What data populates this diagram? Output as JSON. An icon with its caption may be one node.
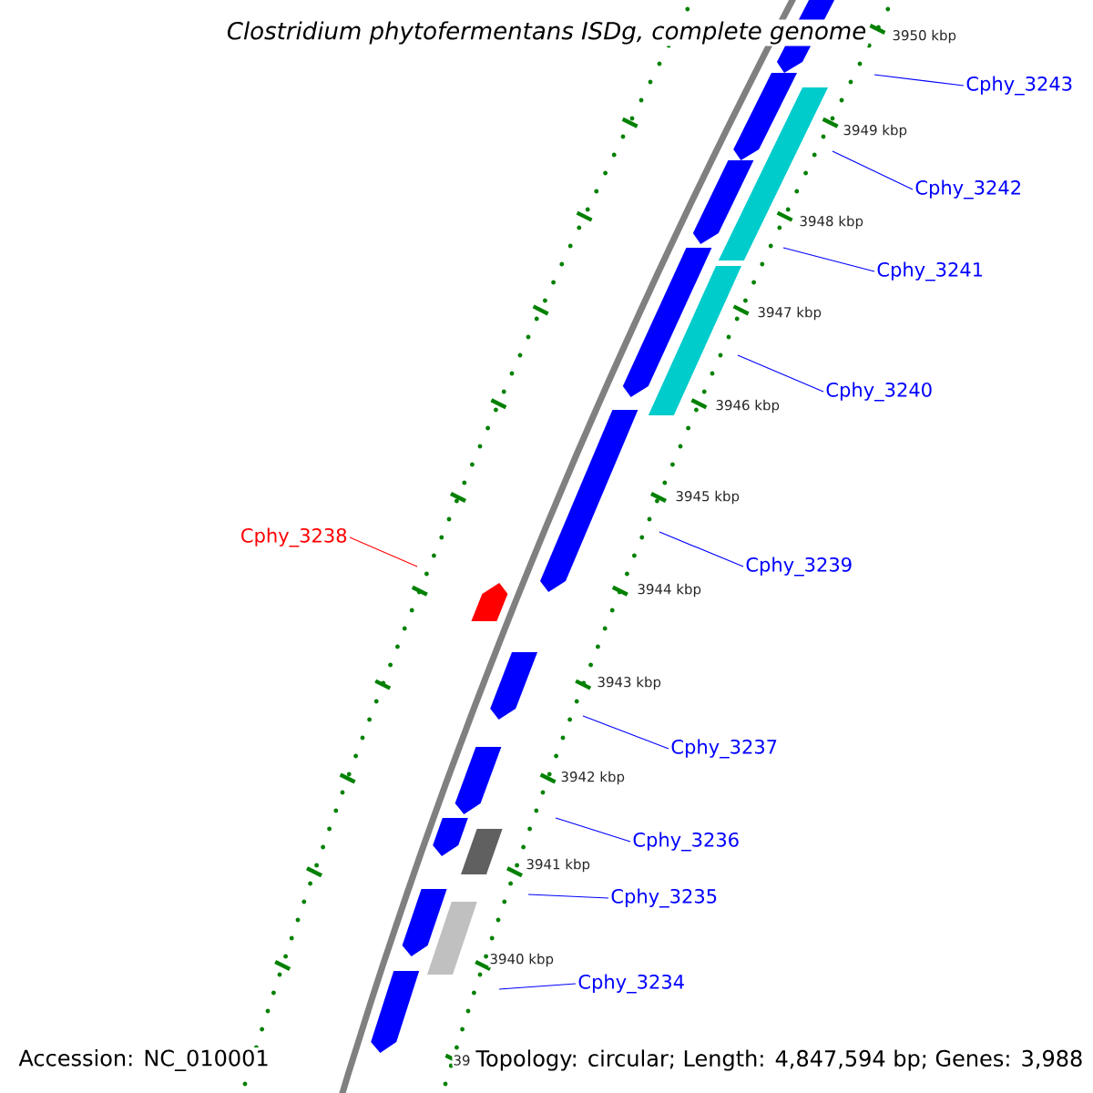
{
  "diagram": {
    "title": "Clostridium phytofermentans ISDg, complete genome",
    "nodes": [
      {
        "text": [
          "Cphy_3243"
        ]
      },
      {
        "text": [
          "Cphy_3242"
        ]
      },
      {
        "text": [
          "Cphy_3241"
        ]
      },
      {
        "text": [
          "Cphy_3240"
        ]
      },
      {
        "text": [
          "Cphy_3239"
        ]
      },
      {
        "text": [
          "Cphy_3238"
        ]
      },
      {
        "text": [
          "Cphy_3237"
        ]
      },
      {
        "text": [
          "Cphy_3236"
        ]
      },
      {
        "text": [
          "Cphy_3235"
        ]
      },
      {
        "text": [
          "Cphy_3234"
        ]
      }
    ],
    "edges": [
      {
        "from": 0,
        "to": null,
        "arrow": "none"
      },
      {
        "from": 1,
        "to": null,
        "arrow": "none"
      },
      {
        "from": 2,
        "to": null,
        "arrow": "none"
      },
      {
        "from": 3,
        "to": null,
        "arrow": "none"
      },
      {
        "from": 4,
        "to": null,
        "arrow": "none"
      },
      {
        "from": 5,
        "to": null,
        "arrow": "none",
        "color": "#ff0000"
      },
      {
        "from": 6,
        "to": null,
        "arrow": "none"
      },
      {
        "from": 7,
        "to": null,
        "arrow": "none"
      },
      {
        "from": 8,
        "to": null,
        "arrow": "none"
      },
      {
        "from": 9,
        "to": null,
        "arrow": "none"
      }
    ],
    "labels": [
      "3950 kbp",
      "3949 kbp",
      "3948 kbp",
      "3947 kbp",
      "3946 kbp",
      "3945 kbp",
      "3944 kbp",
      "3943 kbp",
      "3942 kbp",
      "3941 kbp",
      "3940 kbp",
      "39",
      "Accession: NC_010001",
      "Topology: circular; Length: 4,847,594 bp; Genes: 3,988"
    ]
  }
}
